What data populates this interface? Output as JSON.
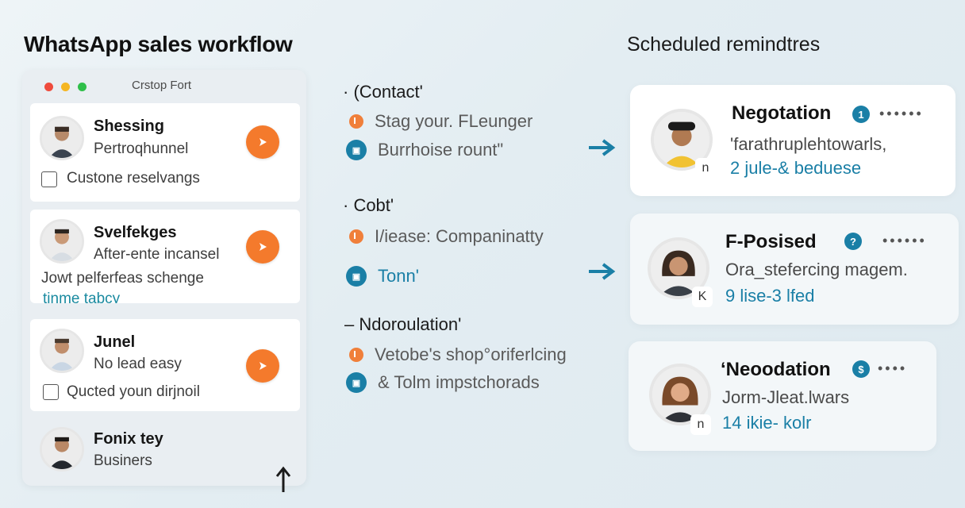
{
  "titles": {
    "left": "WhatsApp sales workflow",
    "right": "Scheduled remindtres"
  },
  "window": {
    "title": "Crstop Fort",
    "contacts": [
      {
        "name": "Shessing",
        "subtitle": "Pertroqhunnel",
        "note": "Custone reselvangs"
      },
      {
        "name": "Svelfekges",
        "subtitle": "After-ente incansel",
        "note": "Jowt pelferfeas schenge",
        "extra": "tinme tabcy"
      },
      {
        "name": "Junel",
        "subtitle": "No lead easy",
        "note": "Qucted youn dirjnoil"
      },
      {
        "name": "Fonix tey",
        "subtitle": "Businers"
      }
    ]
  },
  "stages": [
    {
      "heading": "· (Contact'",
      "items": [
        {
          "text": "Stag your. FLeunger",
          "icon": "orange-dot-icon"
        },
        {
          "text": "Burrhoise rount\"",
          "icon": "blue-doc-icon",
          "teal_part": "rount\""
        }
      ]
    },
    {
      "heading": "· Cobt'",
      "items": [
        {
          "text": "I/iease: Companinatty",
          "icon": "orange-dot-icon"
        },
        {
          "text": "Tonn'",
          "icon": "blue-doc-icon"
        }
      ]
    },
    {
      "heading": "– Ndoroulation'",
      "items": [
        {
          "text": "Vetobe's shop°oriferlcing",
          "icon": "orange-dot-icon"
        },
        {
          "text": "& Tolm impstchorads",
          "icon": "blue-doc-icon"
        }
      ]
    }
  ],
  "reminders": [
    {
      "title": "Negotation",
      "count": "1",
      "subtitle": "'farathruplehtowarls,",
      "time": "2 jule-& beduese",
      "badge": "n"
    },
    {
      "title": "F-Posised",
      "count": "?",
      "subtitle": "Ora_stefercing magem.",
      "time": "9 lise-3 lfed",
      "badge": "K"
    },
    {
      "title": "‘Neoodation",
      "count": "$",
      "subtitle": "Jorm-Jleat.lwars",
      "time": "14 ikie- kolr",
      "badge": "n"
    }
  ],
  "colors": {
    "accent_orange": "#f47a2c",
    "accent_teal": "#1a7fa6"
  }
}
